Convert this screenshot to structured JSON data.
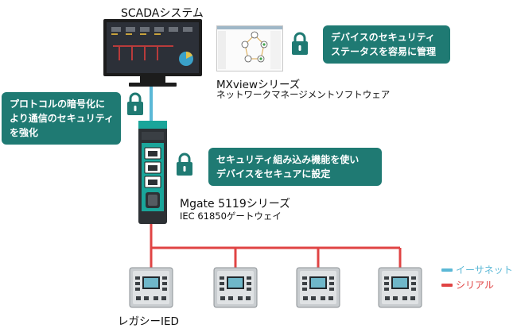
{
  "scada": {
    "title": "SCADAシステム"
  },
  "mxview": {
    "title": "MXviewシリーズ",
    "subtitle": "ネットワークマネージメントソフトウェア"
  },
  "mgate": {
    "title": "Mgate 5119シリーズ",
    "subtitle": "IEC 61850ゲートウェイ"
  },
  "callouts": {
    "mxview": [
      "デバイスのセキュリティ",
      "ステータスを容易に管理"
    ],
    "protocol": [
      "プロトコルの暗号化に",
      "より通信のセキュリティ",
      "を強化"
    ],
    "gateway": [
      "セキュリティ組み込み機能を使い",
      "デバイスをセキュアに設定"
    ]
  },
  "ied": {
    "label": "レガシーIED"
  },
  "legend": {
    "ethernet": {
      "label": "イーサネット",
      "color": "#5bb8d6"
    },
    "serial": {
      "label": "シリアル",
      "color": "#e04444"
    }
  },
  "colors": {
    "callout": "#1f7a73",
    "lock": "#1f7a73",
    "device_accent": "#1aa59a"
  }
}
